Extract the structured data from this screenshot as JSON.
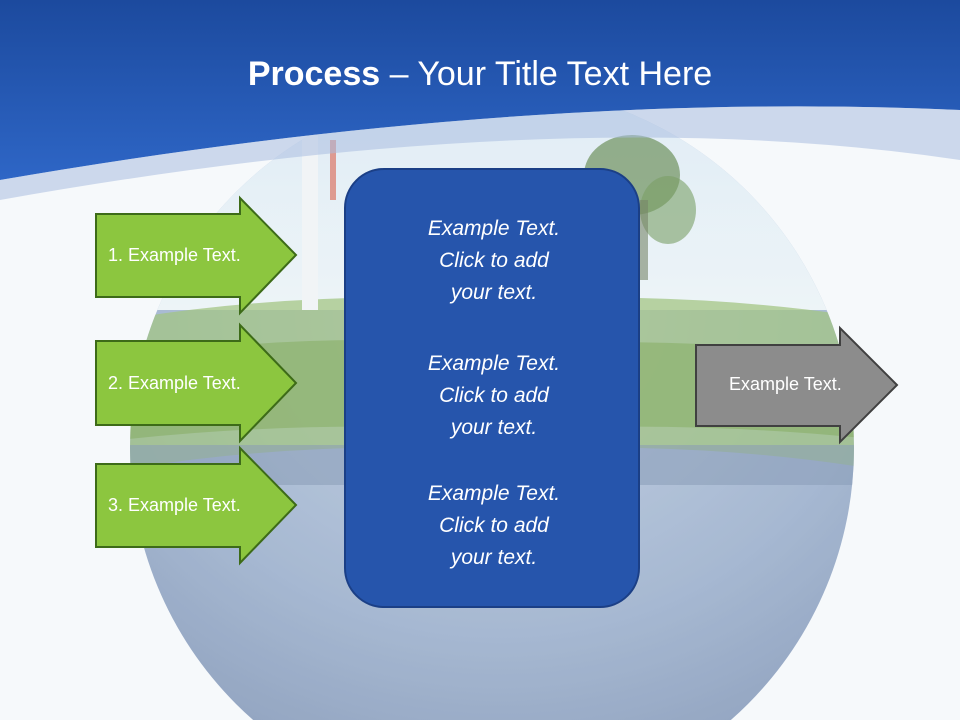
{
  "slide": {
    "title_bold": "Process",
    "title_rest": " – Your Title Text Here",
    "colors": {
      "header_blue": "#2a5fbf",
      "green_arrow": "#8cc63f",
      "green_border": "#3d6b18",
      "gray_arrow": "#8c8c8c",
      "center_box": "#2655ac"
    },
    "left_arrows": [
      {
        "label": "1. Example Text."
      },
      {
        "label": "2. Example Text."
      },
      {
        "label": "3. Example Text."
      }
    ],
    "center_box": {
      "items": [
        {
          "line1": "Example Text.",
          "line2": "Click  to add",
          "line3": "your text."
        },
        {
          "line1": "Example Text.",
          "line2": "Click  to add",
          "line3": "your text."
        },
        {
          "line1": "Example Text.",
          "line2": "Click  to add",
          "line3": "your text."
        }
      ]
    },
    "right_arrow": {
      "label": "Example Text."
    }
  }
}
